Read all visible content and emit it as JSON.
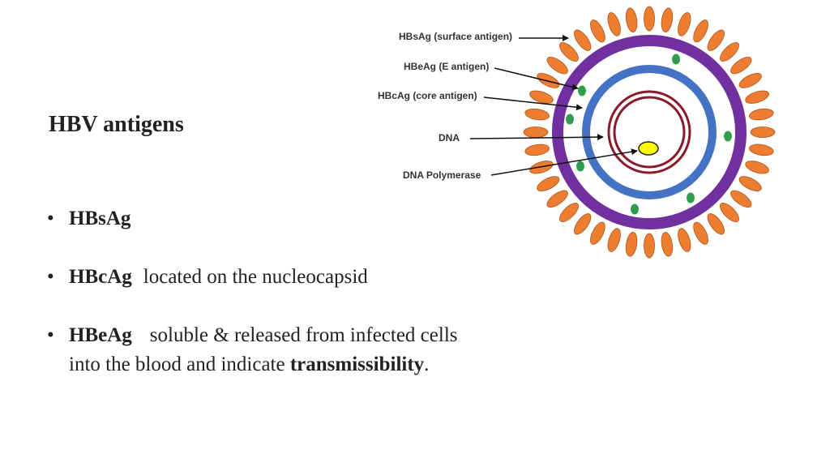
{
  "slide": {
    "title": "HBV antigens",
    "bullets": [
      {
        "term": "HBsAg",
        "desc": ""
      },
      {
        "term": "HBcAg",
        "desc": "located on the nucleocapsid"
      },
      {
        "term": "HBeAg",
        "desc": "soluble & released from infected cells",
        "desc2": "into the blood and indicate ",
        "emphasis": "transmissibility",
        "tail": "."
      }
    ]
  },
  "diagram": {
    "labels": {
      "surface": "HBsAg (surface antigen)",
      "e_antigen": "HBeAg (E antigen)",
      "core": "HBcAg (core antigen)",
      "dna": "DNA",
      "polymerase": "DNA Polymerase"
    },
    "colors": {
      "spike": "#ED7D31",
      "envelope": "#7030A0",
      "capsid": "#4472C4",
      "dna": "#8B1A2B",
      "polymerase": "#FFFF00",
      "e_antigen": "#2E9E4E"
    }
  }
}
